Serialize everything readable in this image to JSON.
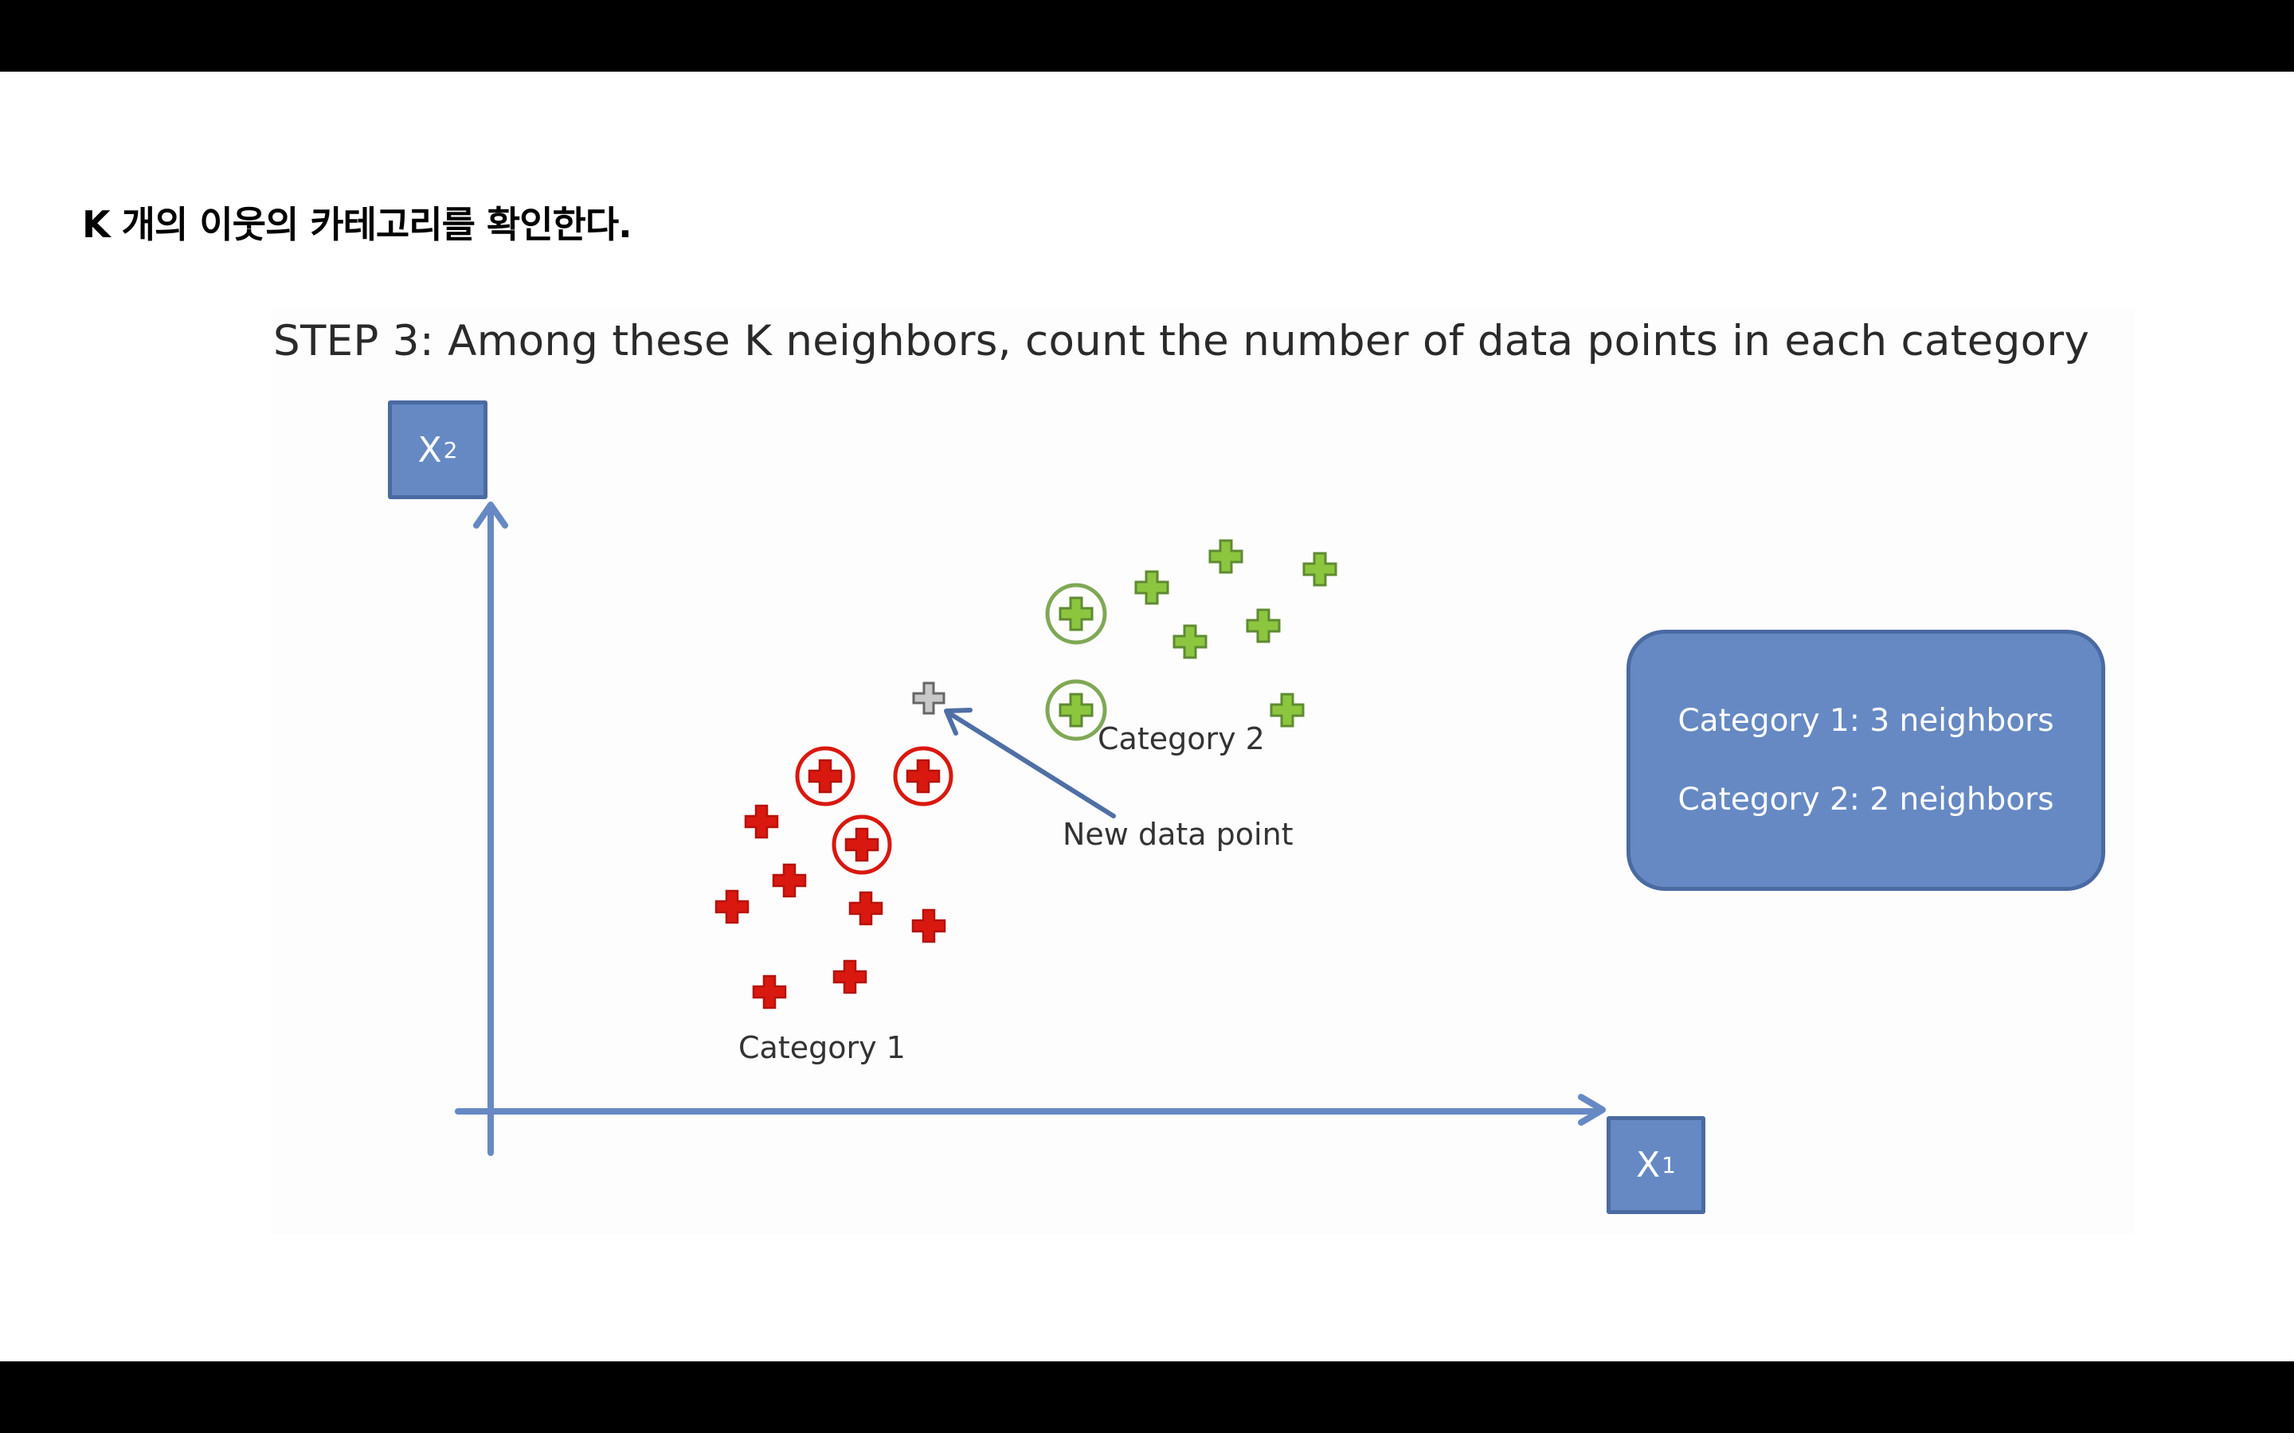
{
  "page": {
    "heading": "K 개의 이웃의 카테고리를 확인한다."
  },
  "slide": {
    "step_title": "STEP 3: Among these K neighbors, count the number of data points in each category",
    "axes": {
      "x_label": "X",
      "x_subscript": "1",
      "y_label": "X",
      "y_subscript": "2"
    },
    "labels": {
      "category_1": "Category 1",
      "category_2": "Category 2",
      "new_point": "New data point"
    },
    "result_box": {
      "line_1": "Category 1: 3 neighbors",
      "line_2": "Category 2: 2 neighbors"
    },
    "colors": {
      "axis": "#6689c4",
      "axis_box_border": "#4a6aa2",
      "category_1": "#d9180f",
      "category_1_dark": "#b5120c",
      "category_2": "#8cc63f",
      "category_2_dark": "#5f8a32",
      "category_2_ring": "#7fa855",
      "new_point": "#c8c8c8",
      "new_point_dark": "#666666",
      "arrow": "#4f6fa5"
    }
  },
  "chart_data": {
    "type": "scatter",
    "title": "STEP 3: Among these K neighbors, count the number of data points in each category",
    "xlabel": "X1",
    "ylabel": "X2",
    "grid": false,
    "k": 5,
    "series": [
      {
        "name": "Category 1",
        "marker": "plus",
        "color": "#d9180f",
        "points": [
          {
            "x": 956,
            "y": 1032,
            "neighbor": false
          },
          {
            "x": 1036,
            "y": 975,
            "neighbor": true
          },
          {
            "x": 1159,
            "y": 975,
            "neighbor": true
          },
          {
            "x": 1082,
            "y": 1061,
            "neighbor": true
          },
          {
            "x": 991,
            "y": 1106,
            "neighbor": false
          },
          {
            "x": 919,
            "y": 1139,
            "neighbor": false
          },
          {
            "x": 1087,
            "y": 1141,
            "neighbor": false
          },
          {
            "x": 1166,
            "y": 1163,
            "neighbor": false
          },
          {
            "x": 1067,
            "y": 1227,
            "neighbor": false
          },
          {
            "x": 966,
            "y": 1246,
            "neighbor": false
          }
        ]
      },
      {
        "name": "Category 2",
        "marker": "plus",
        "color": "#8cc63f",
        "points": [
          {
            "x": 1351,
            "y": 771,
            "neighbor": true
          },
          {
            "x": 1351,
            "y": 892,
            "neighbor": true
          },
          {
            "x": 1446,
            "y": 738,
            "neighbor": false
          },
          {
            "x": 1539,
            "y": 699,
            "neighbor": false
          },
          {
            "x": 1657,
            "y": 715,
            "neighbor": false
          },
          {
            "x": 1586,
            "y": 786,
            "neighbor": false
          },
          {
            "x": 1494,
            "y": 806,
            "neighbor": false
          },
          {
            "x": 1616,
            "y": 892,
            "neighbor": false
          }
        ]
      },
      {
        "name": "New data point",
        "marker": "plus",
        "color": "#c8c8c8",
        "points": [
          {
            "x": 1166,
            "y": 877
          }
        ]
      }
    ],
    "annotations": [
      {
        "text": "Category 1",
        "near": "red cluster"
      },
      {
        "text": "Category 2",
        "near": "green cluster"
      },
      {
        "text": "New data point",
        "arrow_to": "gray point"
      },
      {
        "text": "Category 1: 3 neighbors"
      },
      {
        "text": "Category 2: 2 neighbors"
      }
    ],
    "counts": {
      "Category 1": 3,
      "Category 2": 2
    }
  }
}
